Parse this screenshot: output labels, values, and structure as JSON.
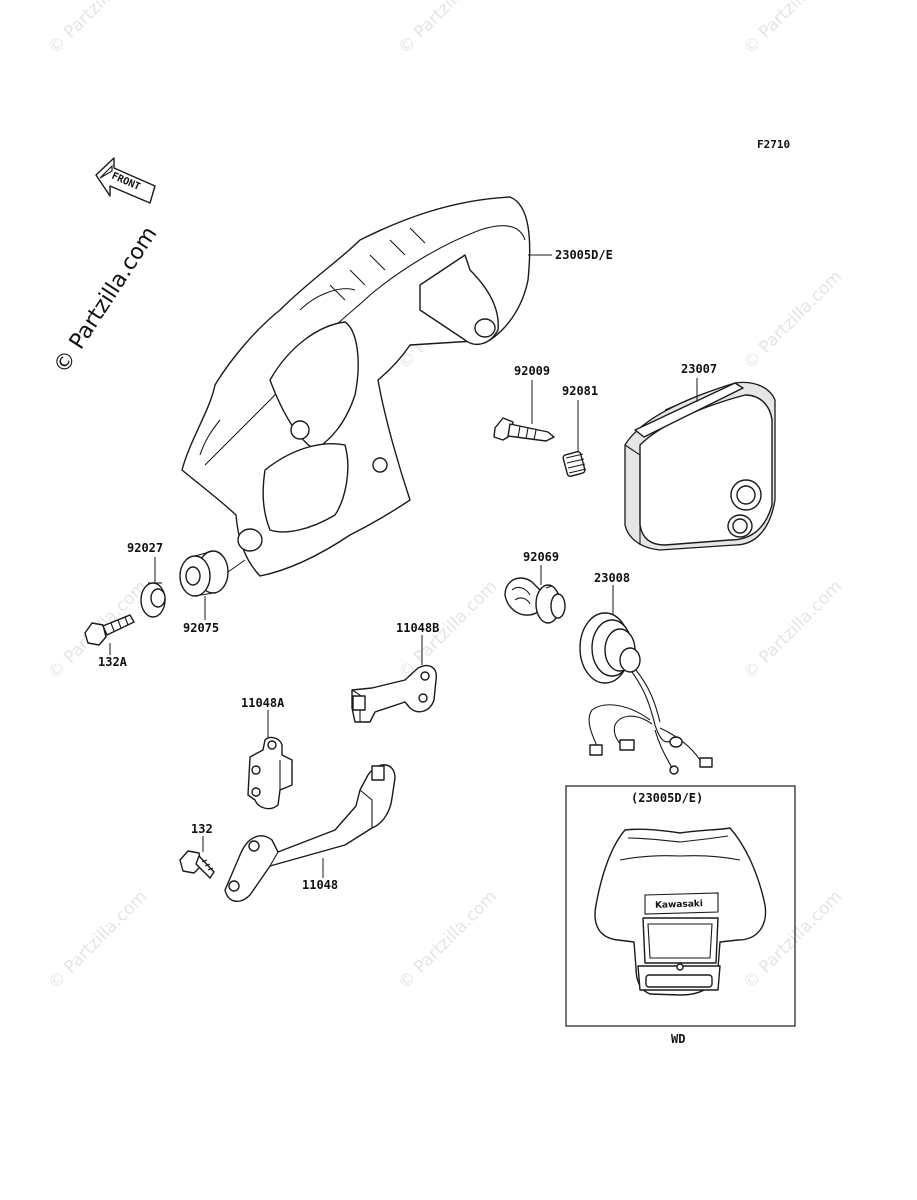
{
  "diagram_code": "F2710",
  "front_arrow_label": "FRONT",
  "watermark": "© Partzilla.com",
  "inset": {
    "title": "(23005D/E)",
    "caption": "WD",
    "brand": "Kawasaki"
  },
  "labels": {
    "l23005": "23005D/E",
    "l23007": "23007",
    "l92009": "92009",
    "l92081": "92081",
    "l92027": "92027",
    "l92075": "92075",
    "l132A": "132A",
    "l92069": "92069",
    "l23008": "23008",
    "l11048B": "11048B",
    "l11048A": "11048A",
    "l132": "132",
    "l11048": "11048"
  }
}
